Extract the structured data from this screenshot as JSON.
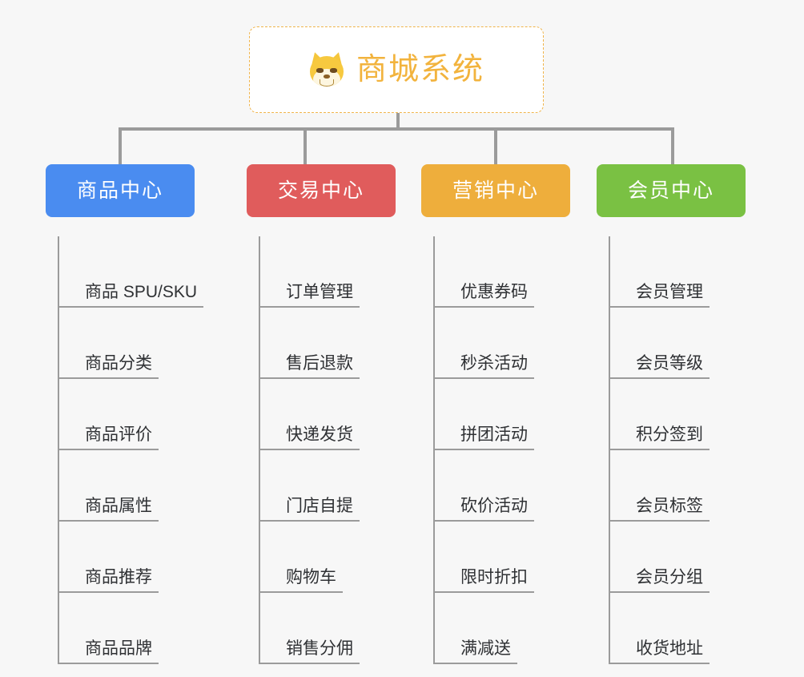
{
  "canvas": {
    "background_color": "#f7f7f7",
    "line_color": "#9b9b9b"
  },
  "root": {
    "title": "商城系统",
    "icon": "dog-face-icon",
    "text_color": "#f2b33d",
    "border_color": "#f0b44a",
    "background_color": "#ffffff"
  },
  "columns": [
    {
      "title": "商品中心",
      "color": "#4a8cf0",
      "items": [
        "商品 SPU/SKU",
        "商品分类",
        "商品评价",
        "商品属性",
        "商品推荐",
        "商品品牌"
      ]
    },
    {
      "title": "交易中心",
      "color": "#e05c5c",
      "items": [
        "订单管理",
        "售后退款",
        "快递发货",
        "门店自提",
        "购物车",
        "销售分佣"
      ]
    },
    {
      "title": "营销中心",
      "color": "#eeae3c",
      "items": [
        "优惠券码",
        "秒杀活动",
        "拼团活动",
        "砍价活动",
        "限时折扣",
        "满减送"
      ]
    },
    {
      "title": "会员中心",
      "color": "#7ac143",
      "items": [
        "会员管理",
        "会员等级",
        "积分签到",
        "会员标签",
        "会员分组",
        "收货地址"
      ]
    }
  ]
}
